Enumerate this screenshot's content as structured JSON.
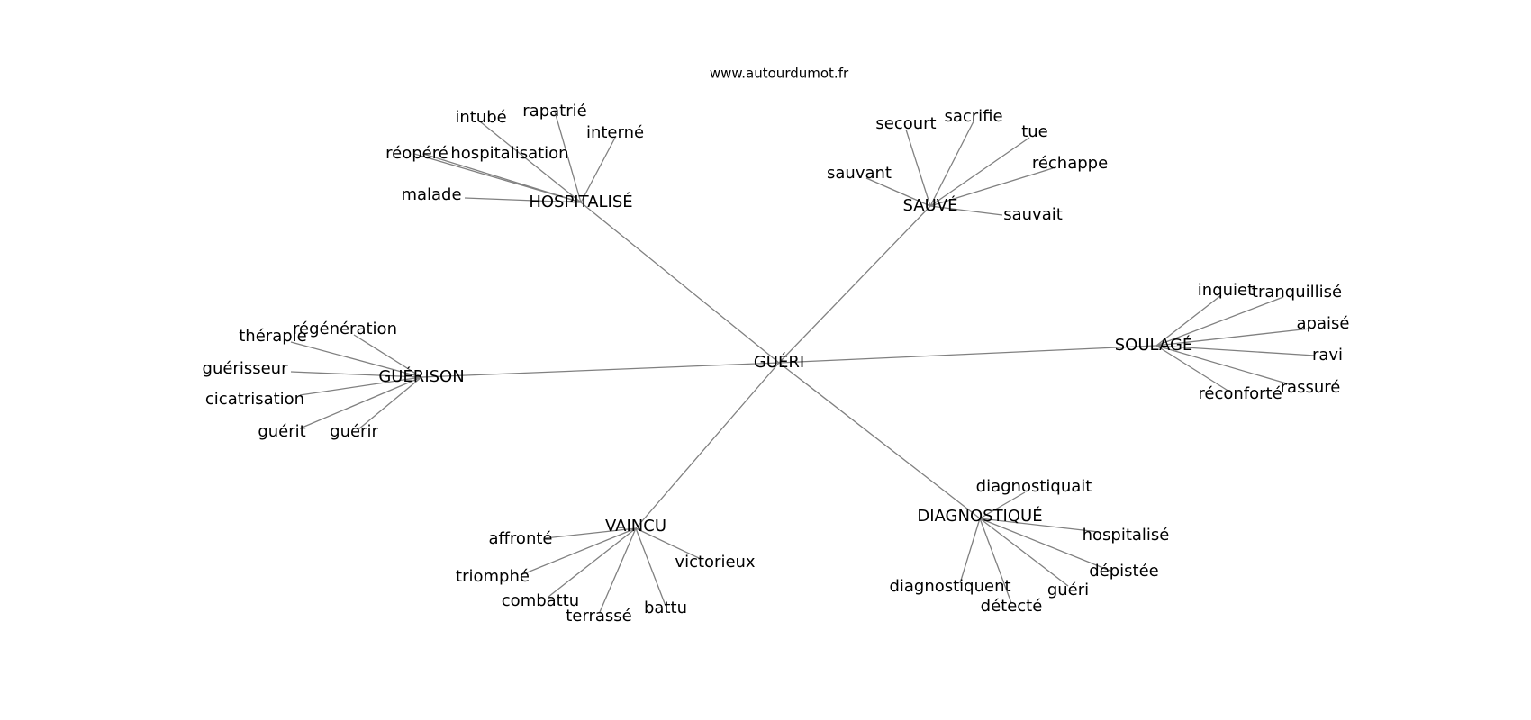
{
  "site": "www.autourdumot.fr",
  "center": "GUÉRI",
  "edge_color": "#808080",
  "groups": [
    {
      "id": "hospitalise",
      "label": "HOSPITALISÉ",
      "leaves": [
        "intubé",
        "rapatrié",
        "interné",
        "réopéré",
        "hospitalisation",
        "malade"
      ]
    },
    {
      "id": "sauve",
      "label": "SAUVÉ",
      "leaves": [
        "secourt",
        "sacrifie",
        "tue",
        "réchappe",
        "sauvant",
        "sauvait"
      ]
    },
    {
      "id": "soulage",
      "label": "SOULAGÉ",
      "leaves": [
        "inquiet",
        "tranquillisé",
        "apaisé",
        "ravi",
        "réconforté",
        "rassuré"
      ]
    },
    {
      "id": "diagnostique",
      "label": "DIAGNOSTIQUÉ",
      "leaves": [
        "diagnostiquait",
        "hospitalisé",
        "dépistée",
        "guéri",
        "détecté",
        "diagnostiquent"
      ]
    },
    {
      "id": "vaincu",
      "label": "VAINCU",
      "leaves": [
        "affronté",
        "triomphé",
        "combattu",
        "terrassé",
        "battu",
        "victorieux"
      ]
    },
    {
      "id": "guerison",
      "label": "GUÉRISON",
      "leaves": [
        "régénération",
        "thérapie",
        "guérisseur",
        "cicatrisation",
        "guérit",
        "guérir"
      ]
    }
  ]
}
